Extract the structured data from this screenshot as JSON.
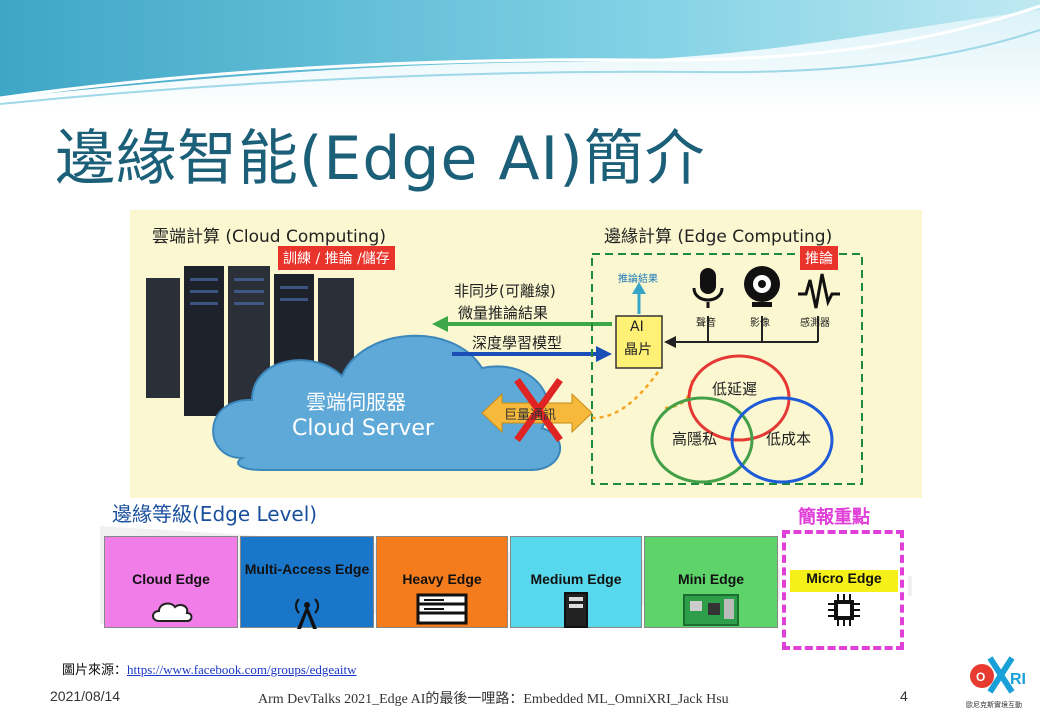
{
  "slide": {
    "title": "邊緣智能(Edge AI)簡介",
    "footer_date": "2021/08/14",
    "footer_center": "Arm DevTalks 2021_Edge AI的最後一哩路：Embedded ML_OmniXRI_Jack Hsu",
    "page_number": "4",
    "source_label": "圖片來源：",
    "source_link": "https://www.facebook.com/groups/edgeaitw",
    "logo_caption": "歐尼克斯實境互動"
  },
  "diagram": {
    "cloud_heading": "雲端計算 (Cloud Computing)",
    "cloud_tag": "訓練 / 推論 /儲存",
    "edge_heading": "邊緣計算 (Edge Computing)",
    "edge_tag": "推論",
    "async_line1": "非同步(可離線)",
    "async_line2": "微量推論結果",
    "model_label": "深度學習模型",
    "server_line1": "雲端伺服器",
    "server_line2": "Cloud Server",
    "big_comm": "巨量通訊",
    "infer_result": "推論結果",
    "ai_chip_line1": "AI",
    "ai_chip_line2": "晶片",
    "sensor_audio": "聲音",
    "sensor_image": "影像",
    "sensor_sense": "感測器",
    "venn_top": "低延遲",
    "venn_left": "高隱私",
    "venn_right": "低成本"
  },
  "edge_levels": {
    "heading": "邊緣等級(Edge Level)",
    "highlight": "簡報重點",
    "items": [
      {
        "label": "Cloud Edge",
        "color": "#f07de8",
        "icon": "cloud-icon"
      },
      {
        "label": "Multi-Access Edge",
        "color": "#1976c8",
        "icon": "antenna-icon"
      },
      {
        "label": "Heavy Edge",
        "color": "#f47c1c",
        "icon": "server-rack-icon"
      },
      {
        "label": "Medium Edge",
        "color": "#58d8ec",
        "icon": "pc-tower-icon"
      },
      {
        "label": "Mini Edge",
        "color": "#5ed36a",
        "icon": "board-icon"
      },
      {
        "label": "Micro Edge",
        "color": "#f5f017",
        "icon": "chip-icon"
      }
    ]
  },
  "colors": {
    "title": "#1b5f78",
    "highlight": "#e040d8",
    "edge_box": "#1e8a3e",
    "tag_red": "#e8342b"
  }
}
